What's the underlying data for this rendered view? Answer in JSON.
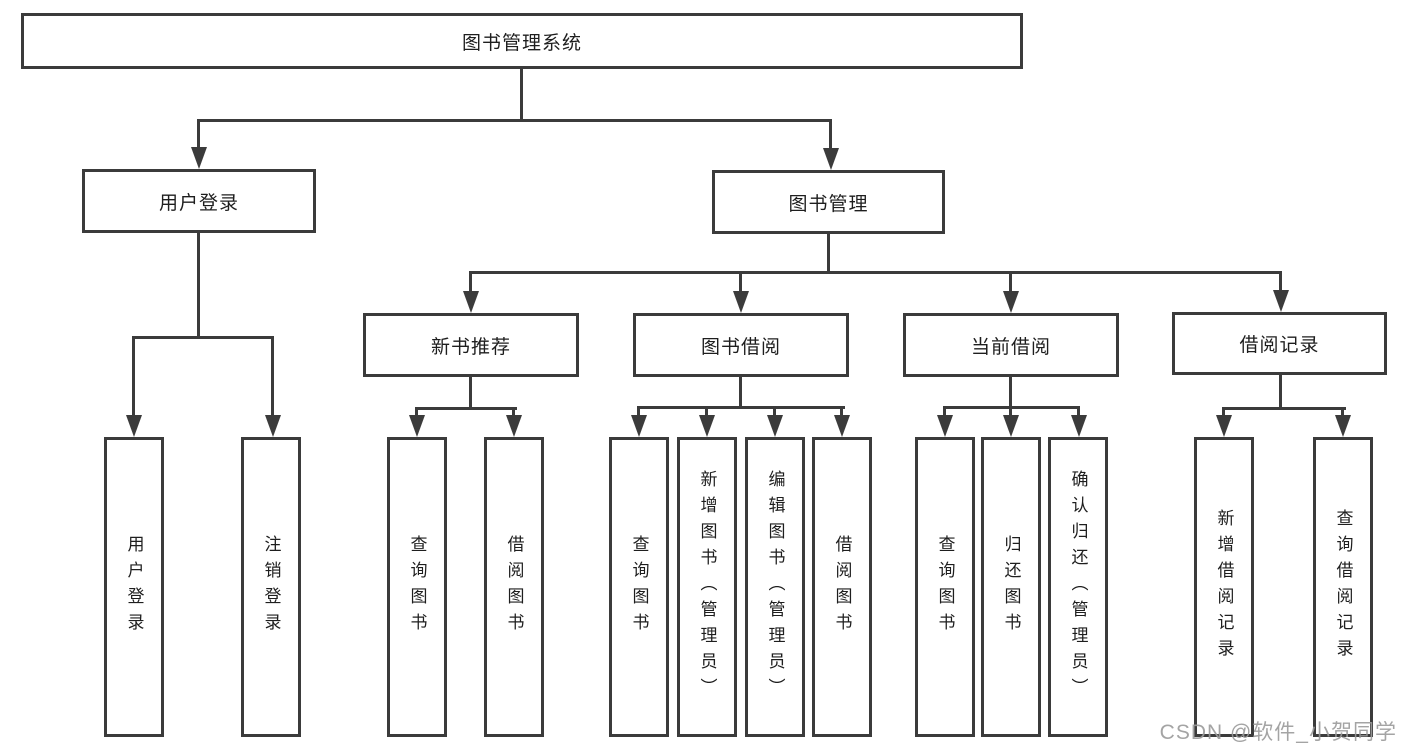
{
  "diagram": {
    "title": "图书管理系统",
    "tree": {
      "label": "图书管理系统",
      "children": [
        {
          "label": "用户登录",
          "children": [
            {
              "label": "用户登录"
            },
            {
              "label": "注销登录"
            }
          ]
        },
        {
          "label": "图书管理",
          "children": [
            {
              "label": "新书推荐",
              "children": [
                {
                  "label": "查询图书"
                },
                {
                  "label": "借阅图书"
                }
              ]
            },
            {
              "label": "图书借阅",
              "children": [
                {
                  "label": "查询图书"
                },
                {
                  "label": "新增图书（管理员）"
                },
                {
                  "label": "编辑图书（管理员）"
                },
                {
                  "label": "借阅图书"
                }
              ]
            },
            {
              "label": "当前借阅",
              "children": [
                {
                  "label": "查询图书"
                },
                {
                  "label": "归还图书"
                },
                {
                  "label": "确认归还（管理员）"
                }
              ]
            },
            {
              "label": "借阅记录",
              "children": [
                {
                  "label": "新增借阅记录"
                },
                {
                  "label": "查询借阅记录"
                }
              ]
            }
          ]
        }
      ]
    }
  },
  "watermark": {
    "text": "CSDN @软件_小贺同学"
  },
  "colors": {
    "line": "#3b3b3b",
    "text": "#1e1e1e",
    "watermark": "#9b9b9b",
    "background": "#ffffff"
  }
}
